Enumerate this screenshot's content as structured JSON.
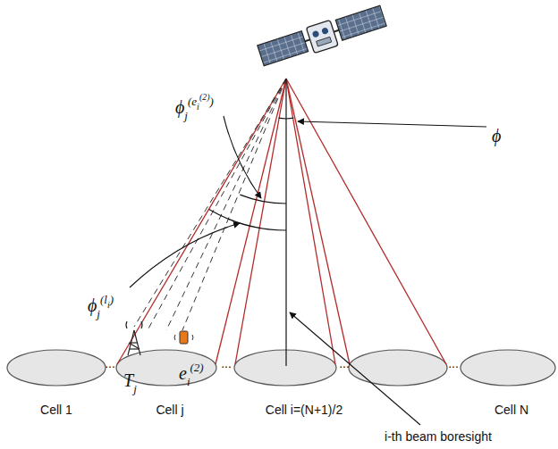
{
  "diagram": {
    "labels": [
      "ϕ",
      "j",
      "(e",
      "i",
      "(2)",
      ")",
      "ϕ",
      "j",
      "(l",
      "i",
      ")",
      "ϕ",
      "T",
      "j",
      "e",
      "i",
      "(2)",
      "Cell 1",
      "Cell j",
      "Cell i=(N+1)/2",
      "Cell N",
      "i-th beam boresight",
      "...",
      "...",
      "...",
      "..."
    ]
  }
}
